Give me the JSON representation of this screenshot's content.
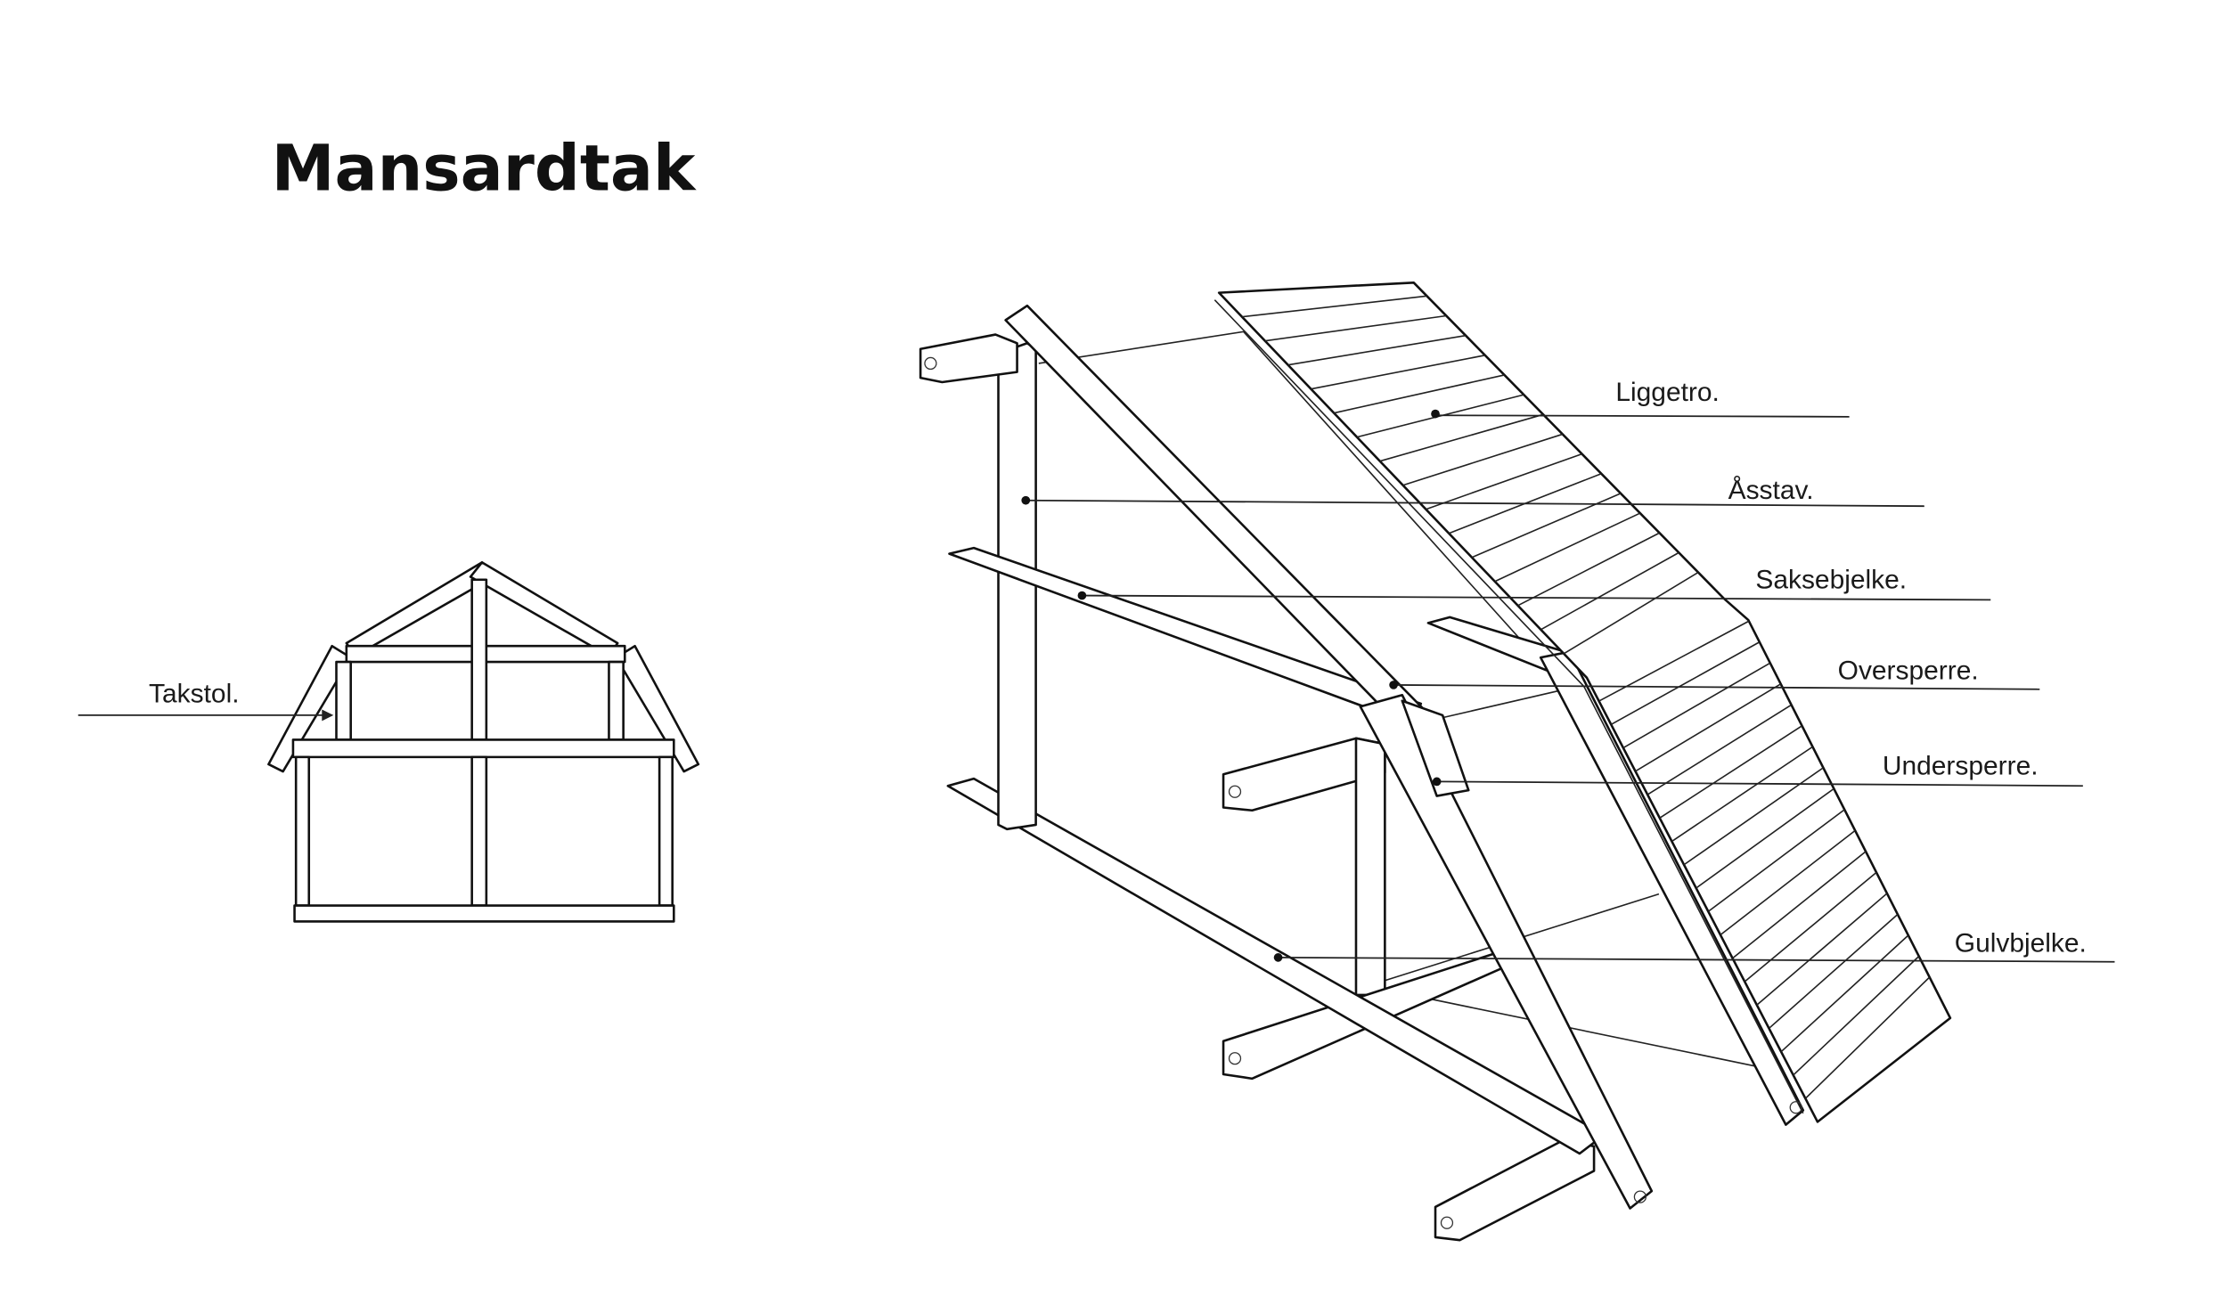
{
  "title": "Mansardtak",
  "labels": {
    "takstol": "Takstol.",
    "liggetro": "Liggetro.",
    "asstav": "Åsstav.",
    "saksebjelke": "Saksebjelke.",
    "oversperre": "Oversperre.",
    "undersperre": "Undersperre.",
    "gulvbjelke": "Gulvbjelke."
  }
}
